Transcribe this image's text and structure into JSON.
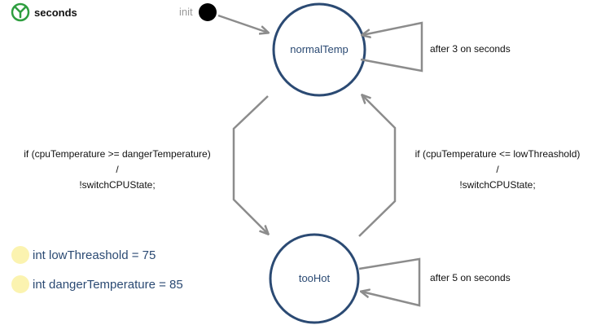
{
  "header": {
    "title": "seconds",
    "icon": "seconds-event-icon"
  },
  "init_label": "init",
  "states": [
    {
      "id": "normalTemp",
      "label": "normalTemp"
    },
    {
      "id": "tooHot",
      "label": "tooHot"
    }
  ],
  "transitions": {
    "normal_self": {
      "label": "after 3 on seconds"
    },
    "normal_to_hot": {
      "line1": "if (cpuTemperature >= dangerTemperature)",
      "line2": "/",
      "line3": "!switchCPUState;"
    },
    "hot_to_normal": {
      "line1": "if (cpuTemperature <= lowThreashold)",
      "line2": "/",
      "line3": "!switchCPUState;"
    },
    "hot_self": {
      "label": "after 5 on seconds"
    }
  },
  "variables": [
    {
      "label": "int lowThreashold = 75"
    },
    {
      "label": "int dangerTemperature = 85"
    }
  ],
  "colors": {
    "state_stroke": "#2b4a73",
    "edge": "#8c8c8c",
    "icon": "#2e9e3f",
    "var_dot": "#fbf3b0"
  }
}
